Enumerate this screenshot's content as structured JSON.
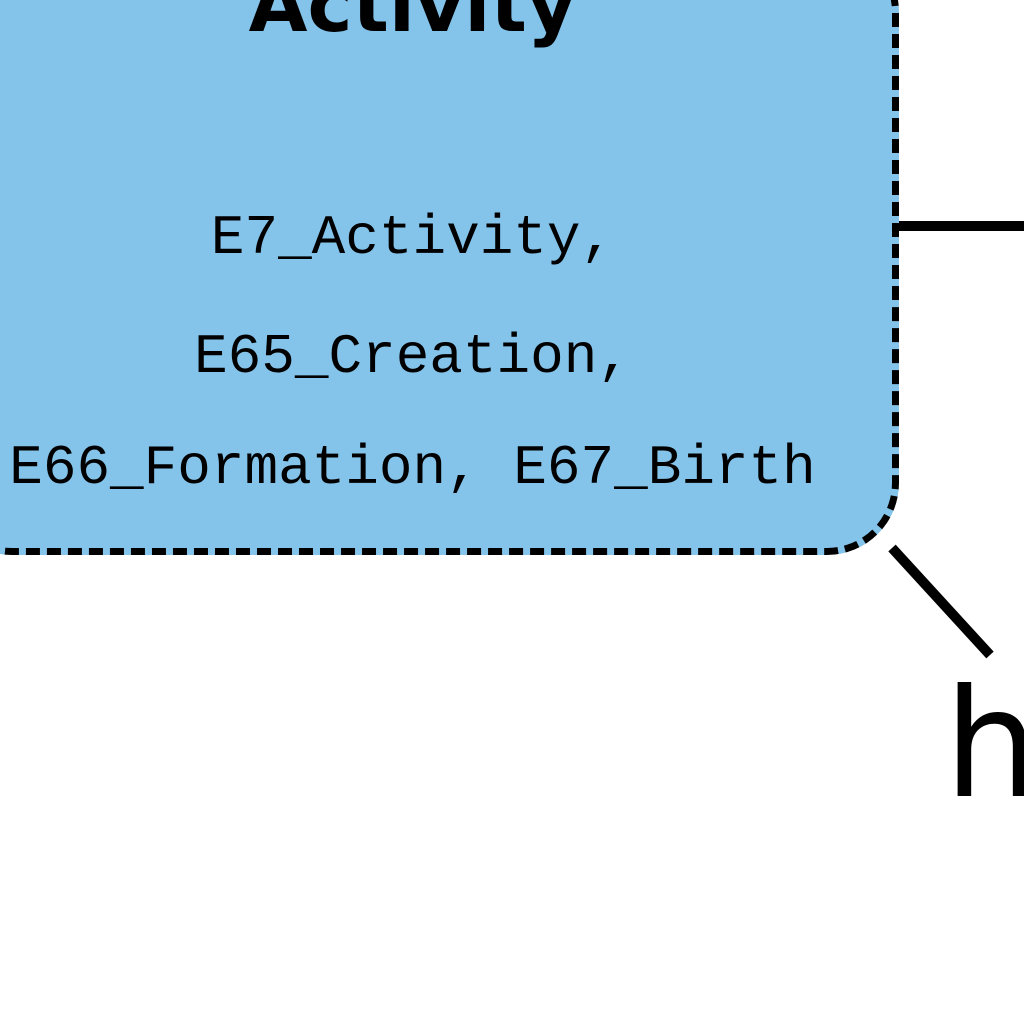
{
  "node": {
    "title": "Activity",
    "classes": [
      "E7_Activity,",
      "E65_Creation,",
      "E66_Formation, E67_Birth"
    ],
    "fill_color": "#84c3ea",
    "border_style": "dashed"
  },
  "edge": {
    "label": "h"
  }
}
